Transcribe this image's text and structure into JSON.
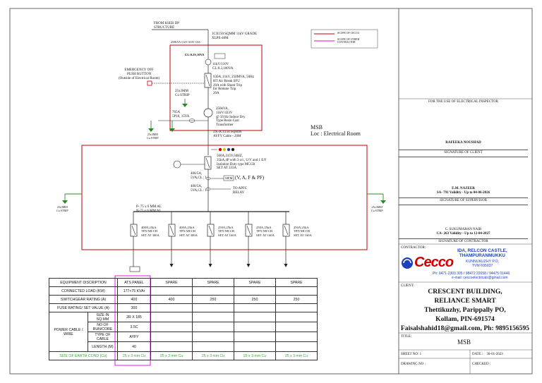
{
  "diagram": {
    "supply_from": "FROM KSEB DP\nSTRUCTURE",
    "incoming_cable": "3CX150 SQMM 11kV GRADE\nXLPE-40M",
    "kva_note": "250KVA 11kV/433V CSS",
    "emergency": "EMERGENCY OFF\nPUSH BUTTON\n(Outside of Electrical Room)",
    "ht_ct": "11kV/110V\nCL:0.2,100VA",
    "ht_breaker": "630A ,11kV, 250MVA, 50Hz\nHT Air Break SFU\n20A with Shunt Trip\nfor Remote Trip\n20A",
    "earth_strip_1": "25x3MM\nCu STRIP",
    "transformer": "250kVA,\n11kV/433V\n@ 50 Hz Indoor Dry\nType Resin Cast\nTransformer",
    "neutral_ct": "765A\n5P10, 15VA",
    "lt_cable": "2X-3Cx150 SQMM\nAYFY Cable - 20M",
    "msb_title": "MSB",
    "msb_loc": "Loc : Electrical Room",
    "incomer": "500A,415V,50HZ,\n35kA,4P with 3 o/c, U/V and 1 E/F\nIsolation Duty type MCCB\nSET AT 333A",
    "meter_ct": "400/5A,\n5VA,CL : 1",
    "meter_label": "MFM",
    "meter_text": "(V, A, F & PF)",
    "apfc_ct": "400/5A,\n5VA,CL : 1",
    "apfc_text": "TO APFC\nRELAY",
    "busbar": "P- 75 x 6 MM AL\nN-75 x 6 MM AL",
    "earth_left": "25x3MM\nCu STRIP",
    "earth_right": "25x3MM\nCu STRIP",
    "earth_mid": "25x3MM\nCu STRIP",
    "outgoing": [
      "400A,25kA\nTPN MCCB\nSET AT 300A",
      "400A,25kA\nTPN MCCB\nSET AT 300A",
      "250A,25kA\nTPN MCCB\nSET AT 160A",
      "250A,25kA\nTPN MCCB\nSET AT 160A",
      "250A,25kA\nTPN MCCB\nSET AT 160A"
    ],
    "legend": [
      "SCOPE OF CECCO",
      "SCOPE OF OTHER\nCONTRACTOR"
    ],
    "colors": {
      "cecco": "#c00000",
      "other": "#e000e0",
      "earth": "#2a8a2a"
    },
    "cl_label": "CL:0.2S,10VA"
  },
  "schedule": {
    "headers": [
      "EQUIPMENT DISCRIPTION",
      "ATS PANEL",
      "SPARE",
      "SPARE",
      "SPARE",
      "SPARE"
    ],
    "rows": [
      {
        "label": "CONNECTED LOAD (KW)",
        "values": [
          "177+75 KVAr",
          "",
          "",
          "",
          ""
        ]
      },
      {
        "label": "SWITCHGEAR RATING (A)",
        "values": [
          "400",
          "400",
          "250",
          "250",
          "250"
        ]
      },
      {
        "label": "FUSE RATING/ SET VALUE (A)",
        "values": [
          "300",
          "",
          "",
          "",
          ""
        ]
      }
    ],
    "cable_group": "POWER CABLE /\nWIRE",
    "cable_rows": [
      {
        "label": "SIZE IN\nSQ.MM",
        "values": [
          "2R X 185",
          "",
          "",
          "",
          ""
        ]
      },
      {
        "label": "NO OF\nRUN/CORE",
        "values": [
          "3.5C",
          "",
          "",
          "",
          ""
        ]
      },
      {
        "label": "TYPE OF\nCABLE",
        "values": [
          "AYFY",
          "",
          "",
          "",
          ""
        ]
      },
      {
        "label": "LENGTH (M)",
        "values": [
          "40",
          "",
          "",
          "",
          ""
        ]
      }
    ],
    "earth_row": {
      "label": "SIZE OF EARTH COND (Cu)",
      "values": [
        "25 x 3 mm Cu",
        "25 x 3 mm Cu",
        "25 x 3 mm Cu",
        "25 x 3 mm Cu",
        "25 x 3 mm Cu"
      ]
    }
  },
  "titleblock": {
    "inspector": "FOR THE USE OF ELECTRICAL INSPECTOR",
    "client_name": "RAFEEKA NOUSHAD",
    "client_sig": "SIGNATURE OF CLIENT",
    "supervisor_name": "E.M. NAZEER",
    "supervisor_validity": "SA- 791 Validity - Up to 04-06-2026",
    "supervisor_sig": "SIGNATURE OF SUPERVISOR",
    "contractor_name": "C. SUKUMARAN NAIR",
    "contractor_validity": "CA- 263 Validity - Up to 12-04-2027",
    "contractor_sig": "SIGNATURE OF CONTRACTOR",
    "contractor_label": "CONTRACTOR:",
    "logo_text": "Cecco",
    "company_name": "IDA, RELCON CASTLE,\nTHAMPURANMUKKU",
    "company_addr": "KUNNUKUZHY P.O,\nTVM 695037",
    "company_phone": "Ph: 0471-2303 305 / 98472 22658 / 94475 01446",
    "company_email": "e-mail: ceccoelectricals@gmail.com",
    "client_label": "CLIENT:",
    "client_block": "CRESCENT BUILDING,\nRELIANCE SMART\nThettikuzhy, Parippally PO,\nKollam, PIN-691574\nFaisalshahid18@gmail.com, Ph: 9895156595",
    "title_label": "TITLE:",
    "title_value": "MSB",
    "sheet_no": "SHEET NO: 1",
    "date": "DATE :    30-01-2023",
    "drawing_no": "DRAWING NO :",
    "checked": "CHECKED :"
  }
}
